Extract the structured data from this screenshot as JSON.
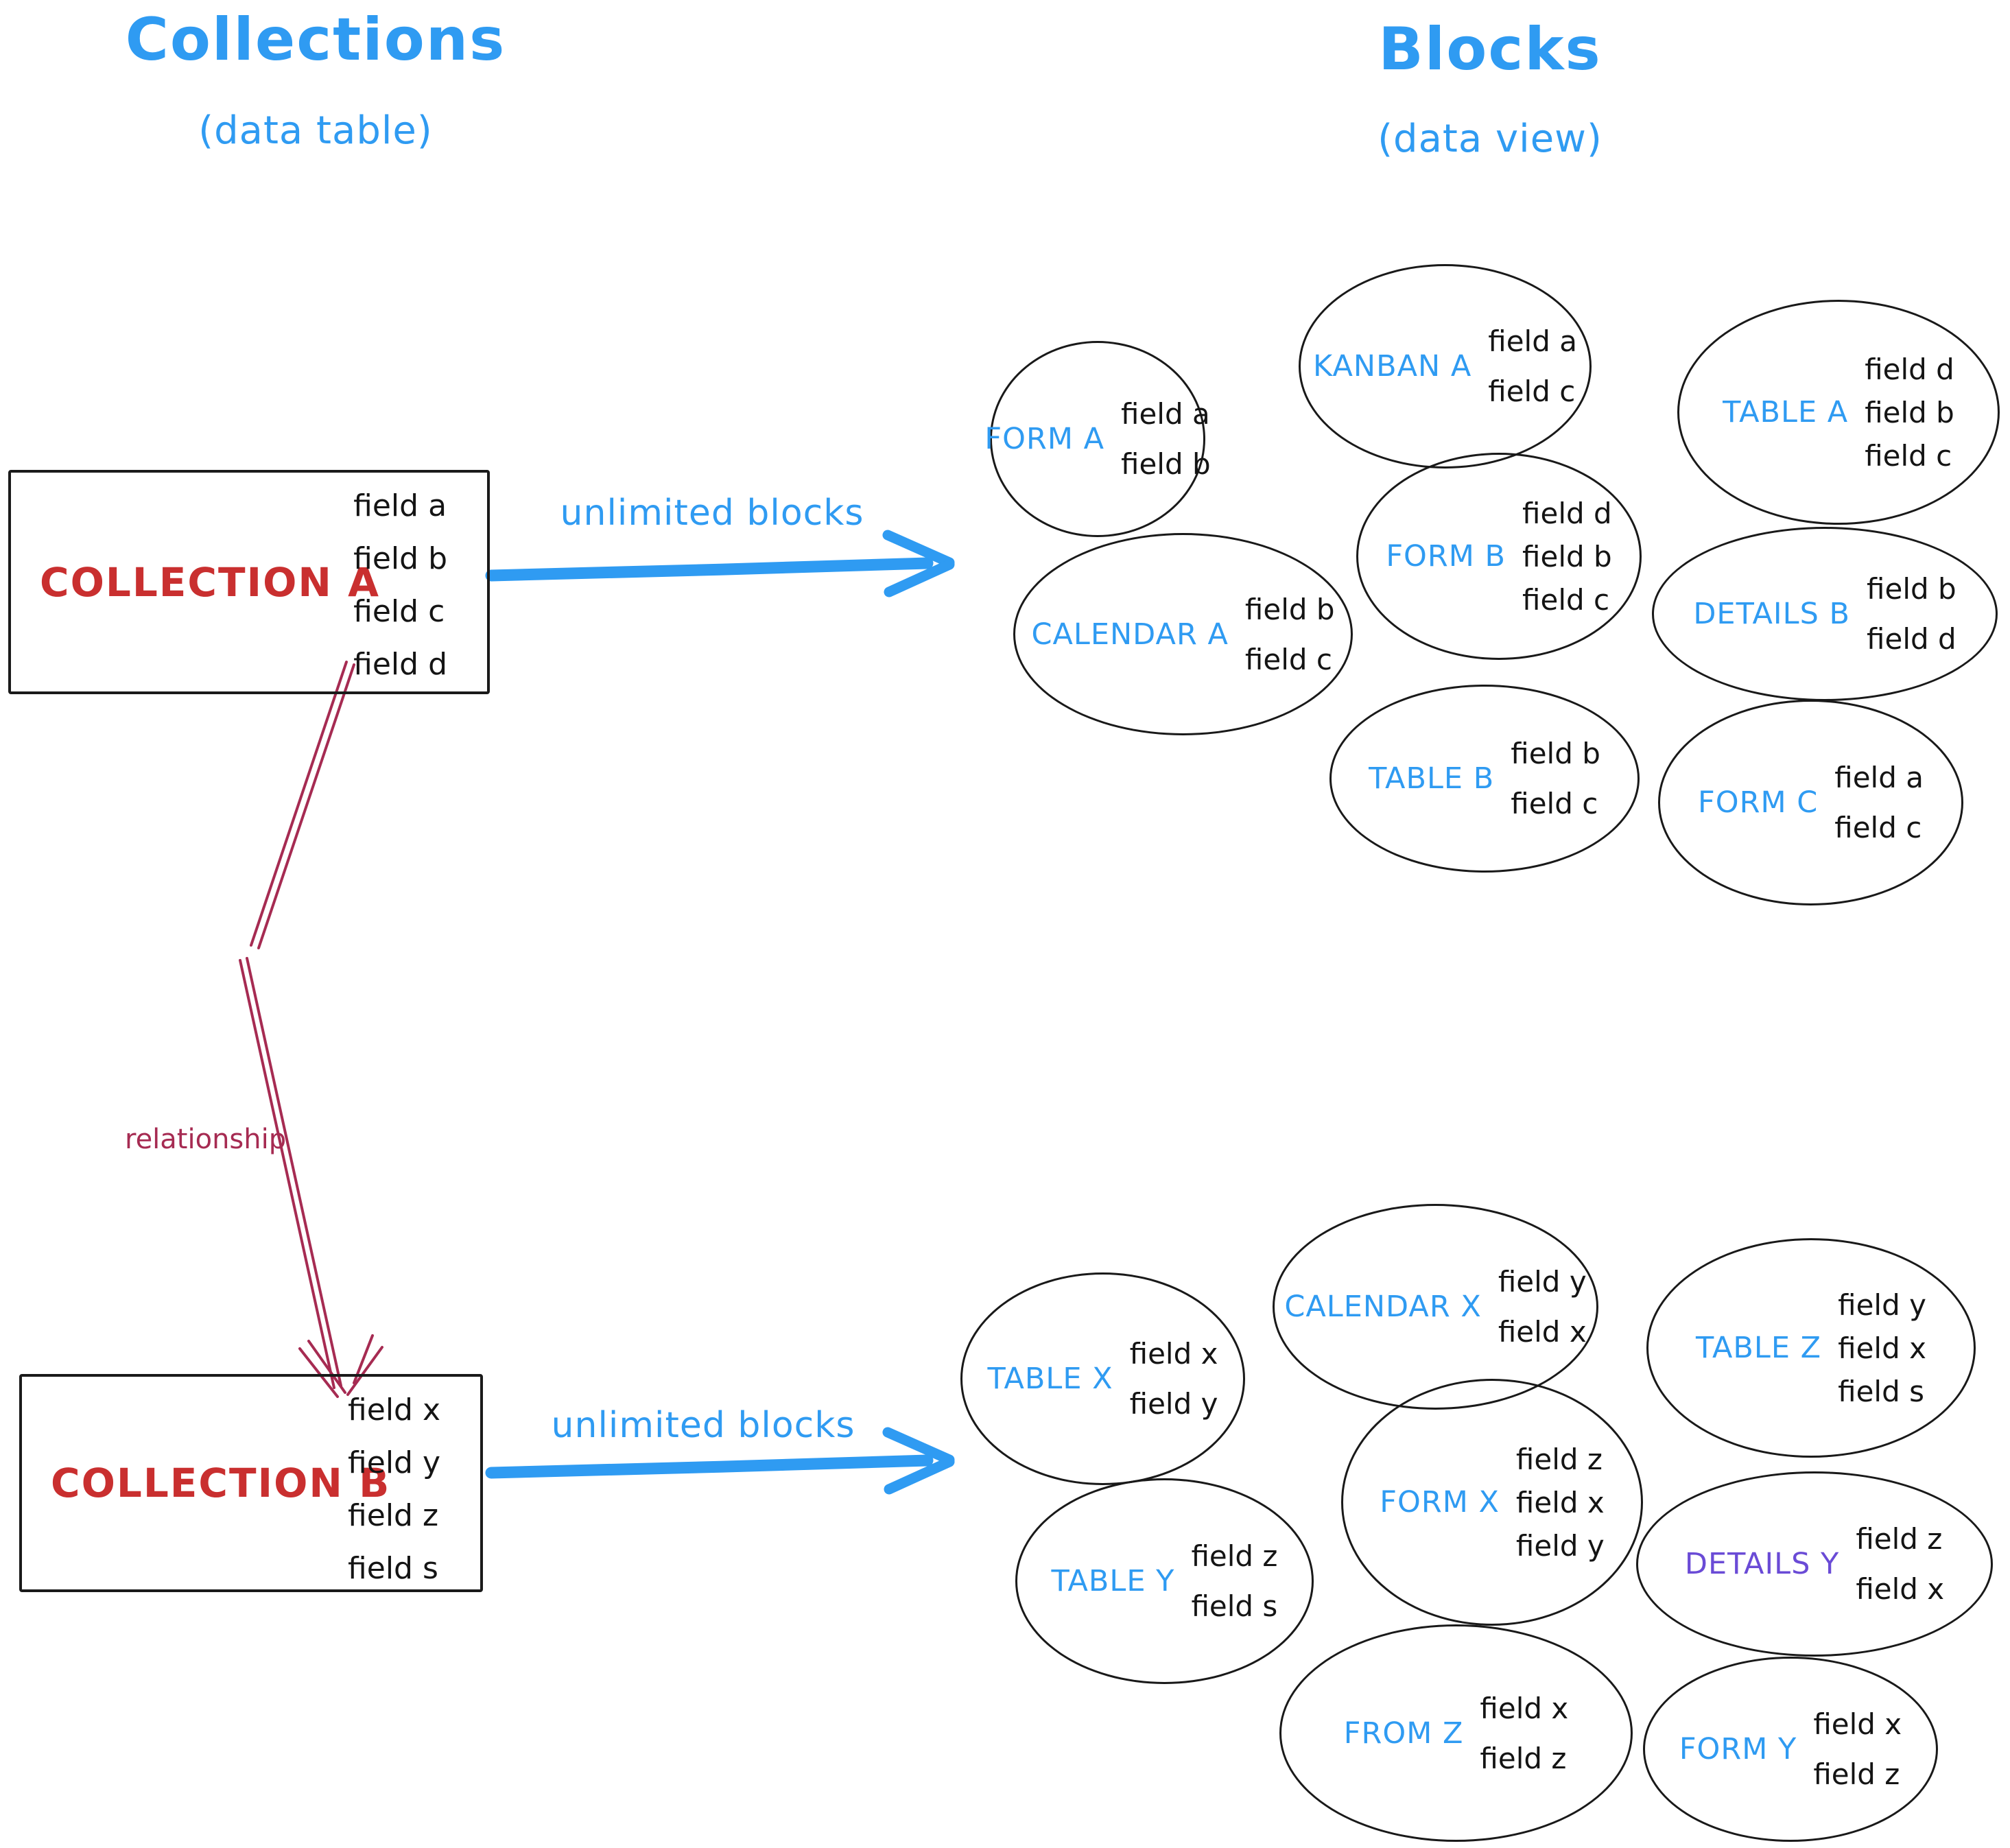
{
  "left_column": {
    "title": "Collections",
    "subtitle": "(data table)",
    "collection_a": {
      "name": "COLLECTION A",
      "fields": [
        "field a",
        "field b",
        "field c",
        "field d"
      ]
    },
    "collection_b": {
      "name": "COLLECTION B",
      "fields": [
        "field x",
        "field y",
        "field z",
        "field s"
      ]
    },
    "relationship_label": "relationship"
  },
  "right_column": {
    "title": "Blocks",
    "subtitle": "(data view)",
    "arrow_a_label": "unlimited blocks",
    "arrow_b_label": "unlimited blocks",
    "blocks_a": [
      {
        "label": "FORM A",
        "fields": [
          "field a",
          "field b"
        ]
      },
      {
        "label": "KANBAN A",
        "fields": [
          "field a",
          "field c"
        ]
      },
      {
        "label": "TABLE A",
        "fields": [
          "field d",
          "field b",
          "field c"
        ]
      },
      {
        "label": "CALENDAR A",
        "fields": [
          "field b",
          "field c"
        ]
      },
      {
        "label": "FORM B",
        "fields": [
          "field d",
          "field b",
          "field c"
        ]
      },
      {
        "label": "DETAILS B",
        "fields": [
          "field b",
          "field d"
        ]
      },
      {
        "label": "TABLE B",
        "fields": [
          "field b",
          "field c"
        ]
      },
      {
        "label": "FORM C",
        "fields": [
          "field a",
          "field c"
        ]
      }
    ],
    "blocks_b": [
      {
        "label": "TABLE X",
        "fields": [
          "field x",
          "field y"
        ]
      },
      {
        "label": "CALENDAR X",
        "fields": [
          "field y",
          "field x"
        ]
      },
      {
        "label": "TABLE Z",
        "fields": [
          "field y",
          "field x",
          "field s"
        ]
      },
      {
        "label": "TABLE Y",
        "fields": [
          "field z",
          "field s"
        ]
      },
      {
        "label": "FORM X",
        "fields": [
          "field z",
          "field x",
          "field y"
        ]
      },
      {
        "label": "DETAILS Y",
        "fields": [
          "field z",
          "field x"
        ]
      },
      {
        "label": "FROM Z",
        "fields": [
          "field x",
          "field z"
        ]
      },
      {
        "label": "FORM Y",
        "fields": [
          "field x",
          "field z"
        ]
      }
    ]
  },
  "colors": {
    "blue": "#2f9bf2",
    "red": "#c92f2f",
    "maroon": "#a62b52",
    "purple": "#6a4bd6",
    "ink": "#191919"
  }
}
